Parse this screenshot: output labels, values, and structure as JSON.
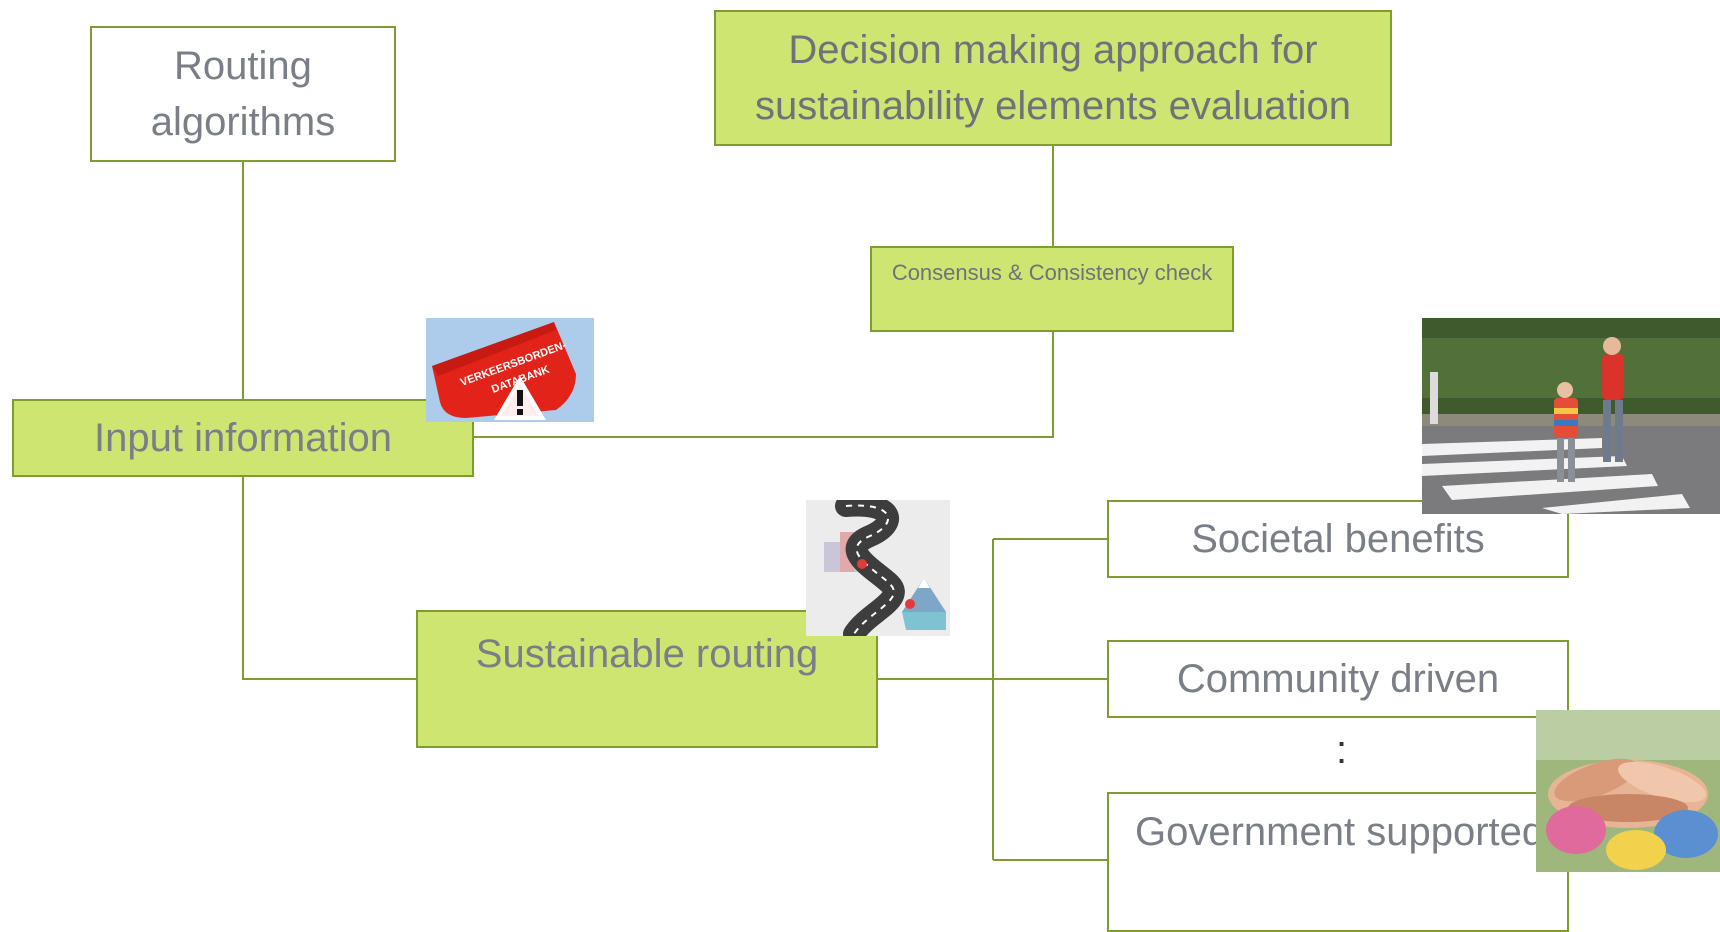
{
  "diagram": {
    "routing_algorithms": [
      "Routing",
      "algorithms"
    ],
    "decision_approach": [
      "Decision making approach for",
      "sustainability elements evaluation"
    ],
    "consensus_check": "Consensus & Consistency check",
    "input_information": "Input information",
    "sustainable_routing": "Sustainable routing",
    "societal_benefits": "Societal benefits",
    "community_driven": "Community driven",
    "ellipsis": ":",
    "government_supported": "Government supported"
  },
  "images": {
    "traffic_signs_logo": "traffic-sign-database-logo",
    "road_icon": "winding-road-map-icon",
    "crossing_photo": "pedestrian-crossing-photo",
    "hands_photo": "stacked-hands-photo"
  },
  "logo_text": [
    "VERKEERSBORDEN-",
    "DATABANK"
  ],
  "colors": {
    "box_fill": "#cfe572",
    "box_border": "#7f9d2f",
    "connector": "#7f9d2f",
    "text": "#7a7f87"
  }
}
